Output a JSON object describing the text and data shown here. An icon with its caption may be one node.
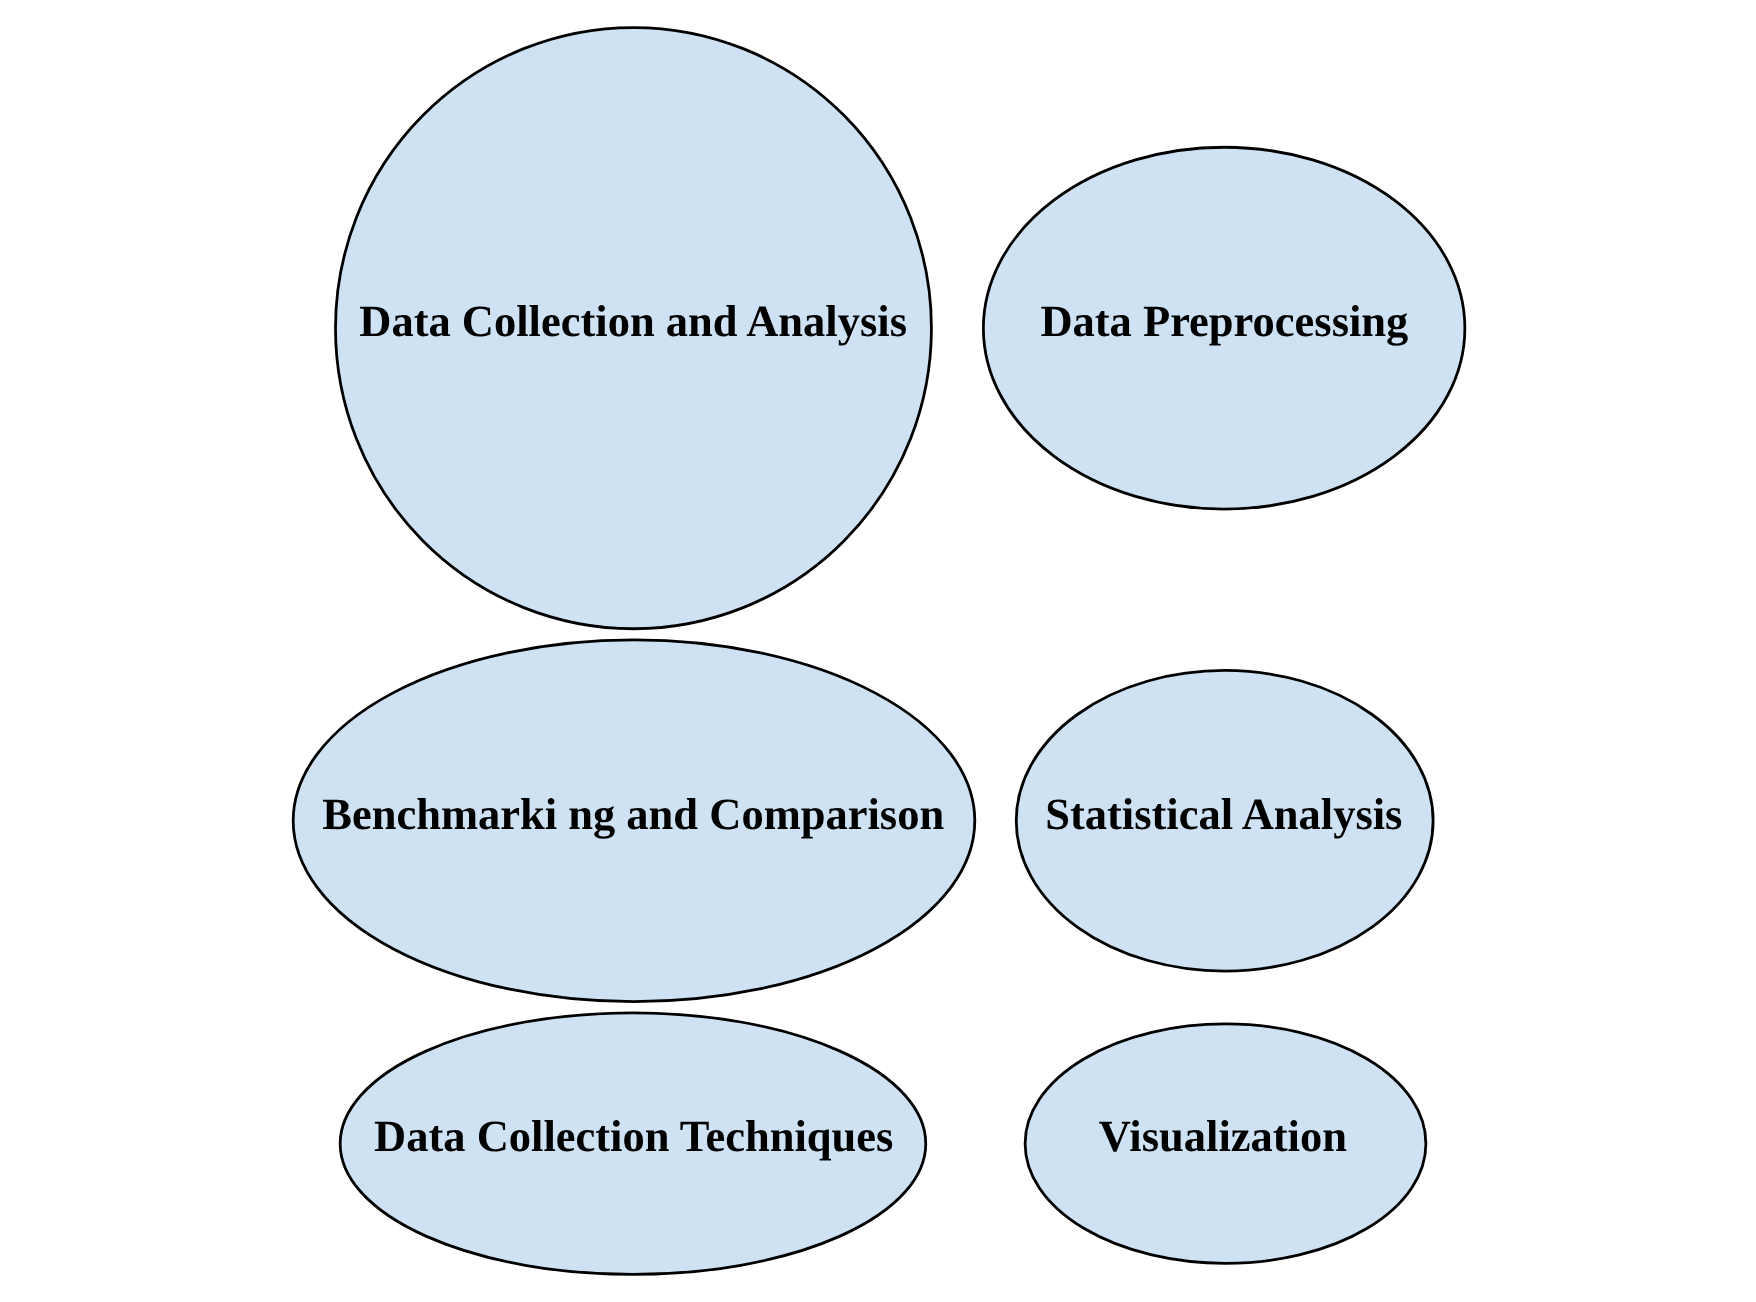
{
  "diagram": {
    "nodes": [
      {
        "text": [
          "Data Collection Techniques"
        ]
      },
      {
        "text": [
          "Visualization"
        ]
      },
      {
        "text": [
          "Data Collection and Analysis"
        ]
      },
      {
        "text": [
          "Data Preprocessing"
        ]
      },
      {
        "text": [
          "Benchmarki ng and Comparison"
        ]
      },
      {
        "text": [
          "Statistical Analysis"
        ]
      }
    ]
  }
}
